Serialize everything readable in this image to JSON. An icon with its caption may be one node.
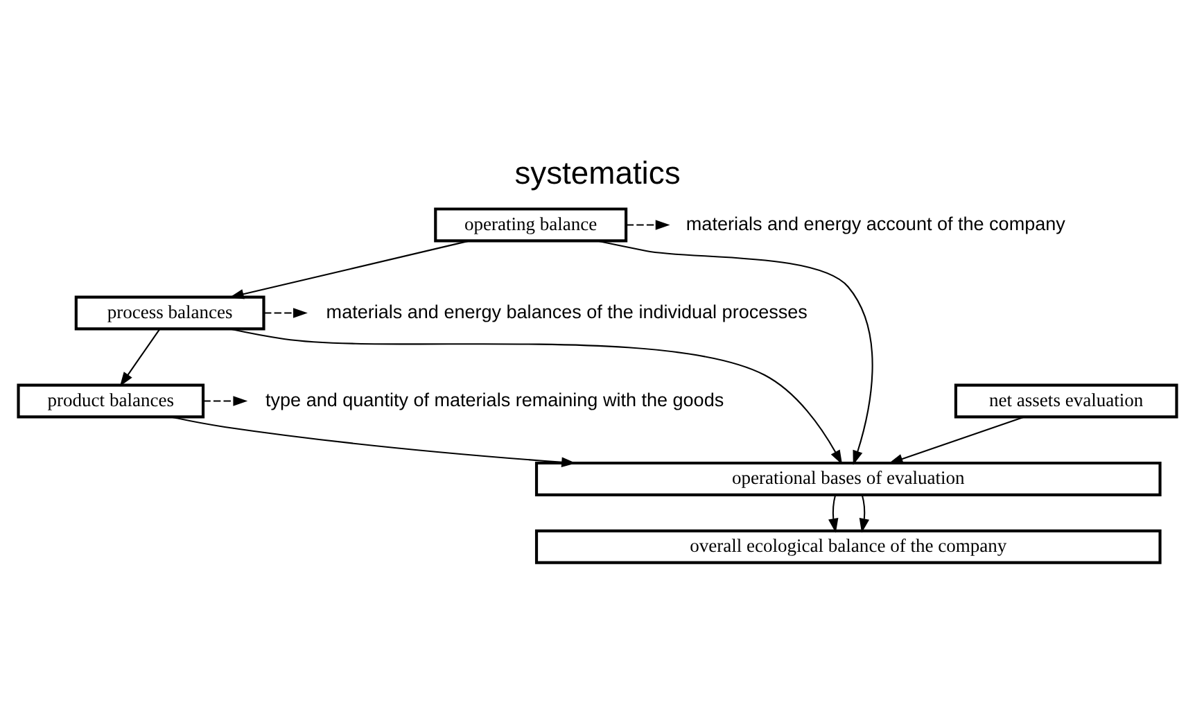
{
  "diagram": {
    "title": "systematics",
    "nodes": [
      {
        "text": [
          "operating balance"
        ]
      },
      {
        "text": [
          "materials and energy account of the company"
        ]
      },
      {
        "text": [
          "process balances"
        ]
      },
      {
        "text": [
          "materials and energy balances of the individual processes"
        ]
      },
      {
        "text": [
          "product balances"
        ]
      },
      {
        "text": [
          "type and quantity of materials remaining with the goods"
        ]
      },
      {
        "text": [
          "net assets evaluation"
        ]
      },
      {
        "text": [
          "operational bases of evaluation"
        ]
      },
      {
        "text": [
          "overall ecological balance of the company"
        ]
      }
    ],
    "edges": [
      {
        "from": 0,
        "to": 1,
        "arrow": "to",
        "style": "dashed"
      },
      {
        "from": 0,
        "to": 2,
        "arrow": "to"
      },
      {
        "from": 0,
        "to": 7,
        "arrow": "to"
      },
      {
        "from": 2,
        "to": 3,
        "arrow": "to",
        "style": "dashed"
      },
      {
        "from": 2,
        "to": 4,
        "arrow": "to"
      },
      {
        "from": 2,
        "to": 7,
        "arrow": "to"
      },
      {
        "from": 4,
        "to": 5,
        "arrow": "to",
        "style": "dashed"
      },
      {
        "from": 4,
        "to": 7,
        "arrow": "to"
      },
      {
        "from": 6,
        "to": 7,
        "arrow": "to"
      },
      {
        "from": 7,
        "to": 8,
        "arrow": "to"
      },
      {
        "from": 7,
        "to": 8,
        "arrow": "to"
      }
    ]
  }
}
